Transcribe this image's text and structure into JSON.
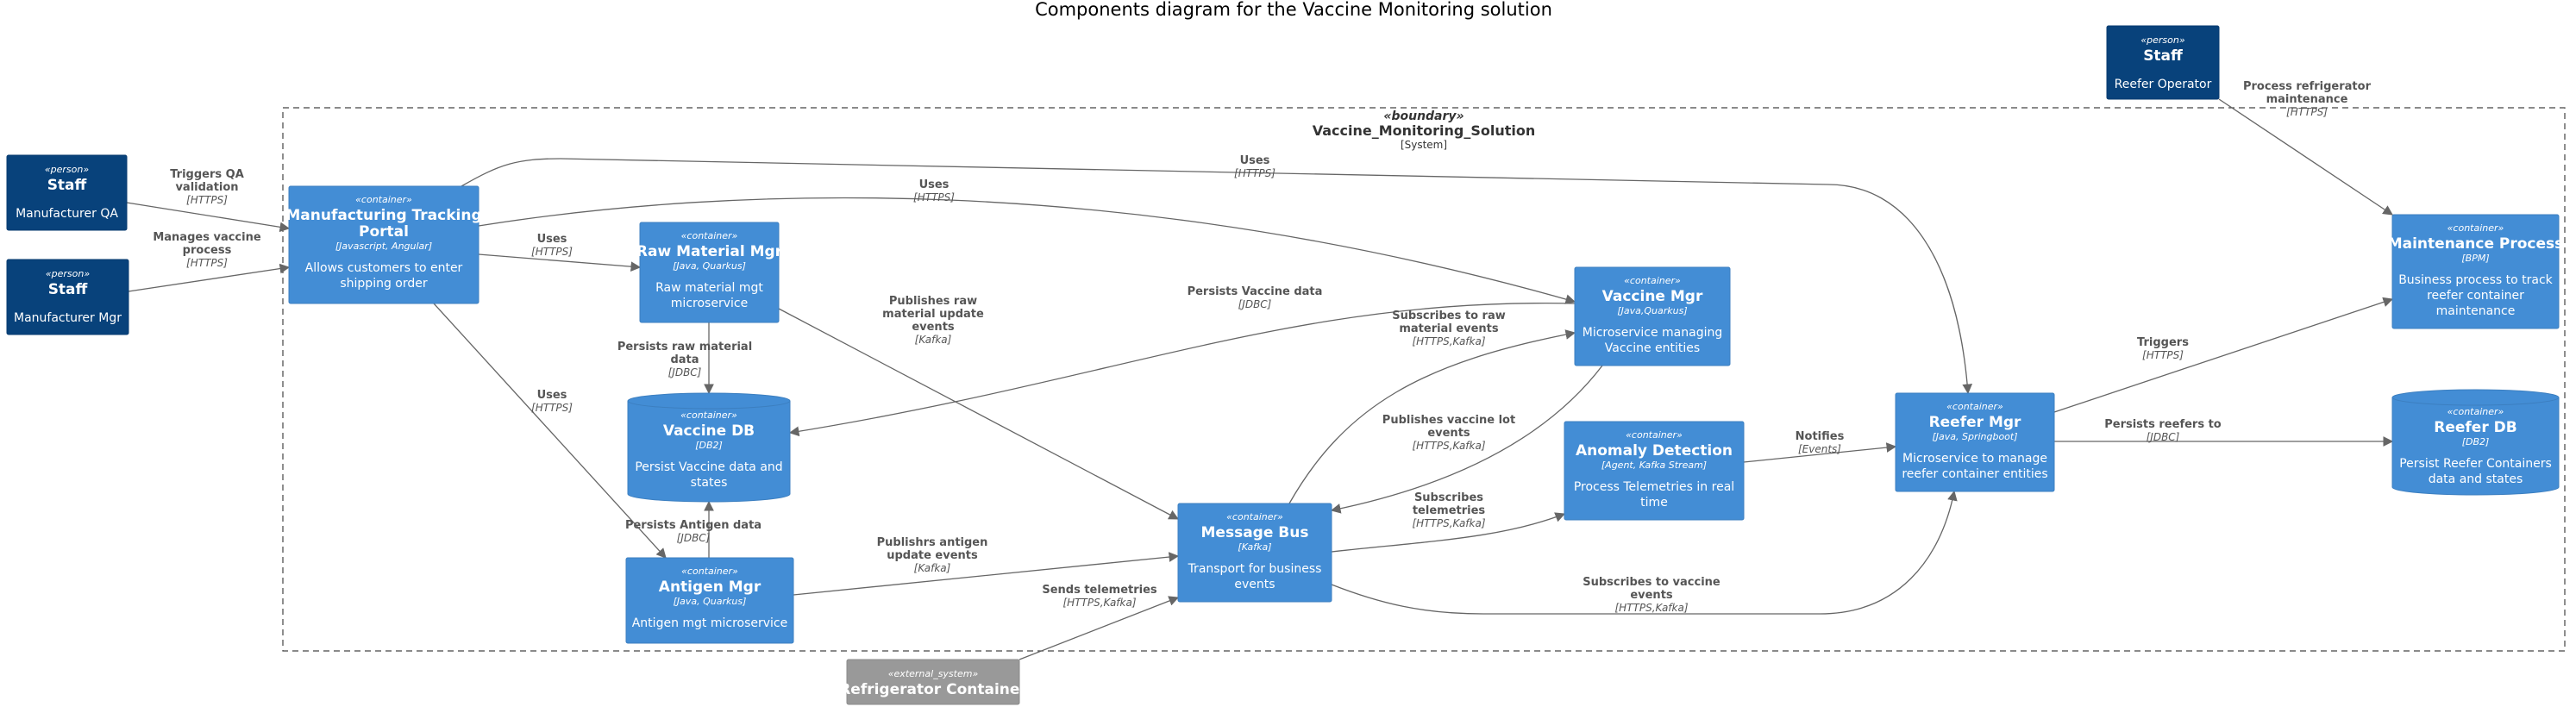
{
  "title": "Components diagram for the Vaccine Monitoring solution",
  "colors": {
    "person": "#08427B",
    "container": "#438DD5",
    "container_border": "#3C7FC0",
    "external": "#999999",
    "edge": "#666666",
    "boundary": "#444444"
  },
  "boundary": {
    "stereotype": "«boundary»",
    "name": "Vaccine_Monitoring_Solution",
    "type": "[System]"
  },
  "nodes": {
    "qa": {
      "stereotype": "«person»",
      "name": "Staff",
      "desc": [
        "Manufacturer QA"
      ]
    },
    "mgr": {
      "stereotype": "«person»",
      "name": "Staff",
      "desc": [
        "Manufacturer Mgr"
      ]
    },
    "reeferop": {
      "stereotype": "«person»",
      "name": "Staff",
      "desc": [
        "Reefer Operator"
      ]
    },
    "portal": {
      "stereotype": "«container»",
      "name": [
        "Manufacturing Tracking",
        "Portal"
      ],
      "tech": "[Javascript, Angular]",
      "desc": [
        "Allows customers to enter",
        "shipping order"
      ]
    },
    "raw": {
      "stereotype": "«container»",
      "name": [
        "Raw Material Mgr"
      ],
      "tech": "[Java, Quarkus]",
      "desc": [
        "Raw material mgt",
        "microservice"
      ]
    },
    "vaccinedb": {
      "stereotype": "«container»",
      "name": [
        "Vaccine DB"
      ],
      "tech": "[DB2]",
      "desc": [
        "Persist Vaccine data and",
        "states"
      ]
    },
    "antigen": {
      "stereotype": "«container»",
      "name": [
        "Antigen Mgr"
      ],
      "tech": "[Java, Quarkus]",
      "desc": [
        "Antigen mgt microservice"
      ]
    },
    "bus": {
      "stereotype": "«container»",
      "name": [
        "Message Bus"
      ],
      "tech": "[Kafka]",
      "desc": [
        "Transport for business",
        "events"
      ]
    },
    "vmgr": {
      "stereotype": "«container»",
      "name": [
        "Vaccine Mgr"
      ],
      "tech": "[Java,Quarkus]",
      "desc": [
        "Microservice managing",
        "Vaccine entities"
      ]
    },
    "anomaly": {
      "stereotype": "«container»",
      "name": [
        "Anomaly Detection"
      ],
      "tech": "[Agent, Kafka Stream]",
      "desc": [
        "Process Telemetries in real",
        "time"
      ]
    },
    "reefer": {
      "stereotype": "«container»",
      "name": [
        "Reefer Mgr"
      ],
      "tech": "[Java, Springboot]",
      "desc": [
        "Microservice to manage",
        "reefer container entities"
      ]
    },
    "maint": {
      "stereotype": "«container»",
      "name": [
        "Maintenance Process"
      ],
      "tech": "[BPM]",
      "desc": [
        "Business process to track",
        "reefer container",
        "maintenance"
      ]
    },
    "reeferdb": {
      "stereotype": "«container»",
      "name": [
        "Reefer DB"
      ],
      "tech": "[DB2]",
      "desc": [
        "Persist Reefer Containers",
        "data and states"
      ]
    },
    "fridge": {
      "stereotype": "«external_system»",
      "name": [
        "Refrigerator Container"
      ]
    }
  },
  "edges": [
    {
      "label": [
        "Triggers QA",
        "validation"
      ],
      "tech": "[HTTPS]"
    },
    {
      "label": [
        "Manages vaccine",
        "process"
      ],
      "tech": "[HTTPS]"
    },
    {
      "label": [
        "Uses"
      ],
      "tech": "[HTTPS]"
    },
    {
      "label": [
        "Uses"
      ],
      "tech": "[HTTPS]"
    },
    {
      "label": [
        "Uses"
      ],
      "tech": "[HTTPS]"
    },
    {
      "label": [
        "Uses"
      ],
      "tech": "[HTTPS]"
    },
    {
      "label": [
        "Persists raw material",
        "data"
      ],
      "tech": "[JDBC]"
    },
    {
      "label": [
        "Publishes raw",
        "material update",
        "events"
      ],
      "tech": "[Kafka]"
    },
    {
      "label": [
        "Persists Vaccine data"
      ],
      "tech": "[JDBC]"
    },
    {
      "label": [
        "Persists Antigen data"
      ],
      "tech": "[JDBC]"
    },
    {
      "label": [
        "Publishrs antigen",
        "update events"
      ],
      "tech": "[Kafka]"
    },
    {
      "label": [
        "Sends telemetries"
      ],
      "tech": "[HTTPS,Kafka]"
    },
    {
      "label": [
        "Subscribes to raw",
        "material events"
      ],
      "tech": "[HTTPS,Kafka]"
    },
    {
      "label": [
        "Publishes vaccine lot",
        "events"
      ],
      "tech": "[HTTPS,Kafka]"
    },
    {
      "label": [
        "Subscribes",
        "telemetries"
      ],
      "tech": "[HTTPS,Kafka]"
    },
    {
      "label": [
        "Notifies"
      ],
      "tech": "[Events]"
    },
    {
      "label": [
        "Subscribes to vaccine",
        "events"
      ],
      "tech": "[HTTPS,Kafka]"
    },
    {
      "label": [
        "Triggers"
      ],
      "tech": "[HTTPS]"
    },
    {
      "label": [
        "Persists reefers to"
      ],
      "tech": "[JDBC]"
    },
    {
      "label": [
        "Process refrigerator",
        "maintenance"
      ],
      "tech": "[HTTPS]"
    }
  ]
}
